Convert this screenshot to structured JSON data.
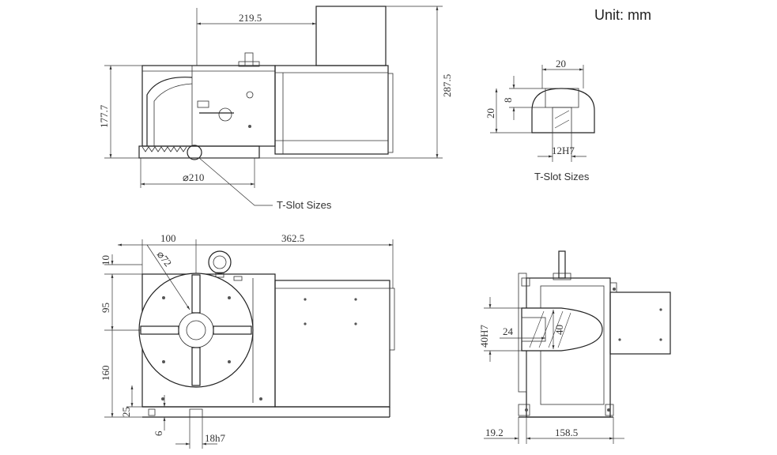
{
  "unit_label": "Unit: mm",
  "callouts": {
    "tslot_left": "T-Slot Sizes",
    "tslot_right": "T-Slot Sizes"
  },
  "dims": {
    "d219_5": "219.5",
    "d287_5": "287.5",
    "d177_7": "177.7",
    "d210": "⌀210",
    "d20_top": "20",
    "d8": "8",
    "d20_side": "20",
    "d12h7": "12H7",
    "d100": "100",
    "d362_5": "362.5",
    "d72": "⌀72",
    "d10": "10",
    "d95": "95",
    "d160": "160",
    "d25": "25",
    "d6": "6",
    "d18h7": "18h7",
    "d40h7": "40H7",
    "d24": "24",
    "d40": "40",
    "d19_2": "19.2",
    "d158_5": "158.5"
  }
}
